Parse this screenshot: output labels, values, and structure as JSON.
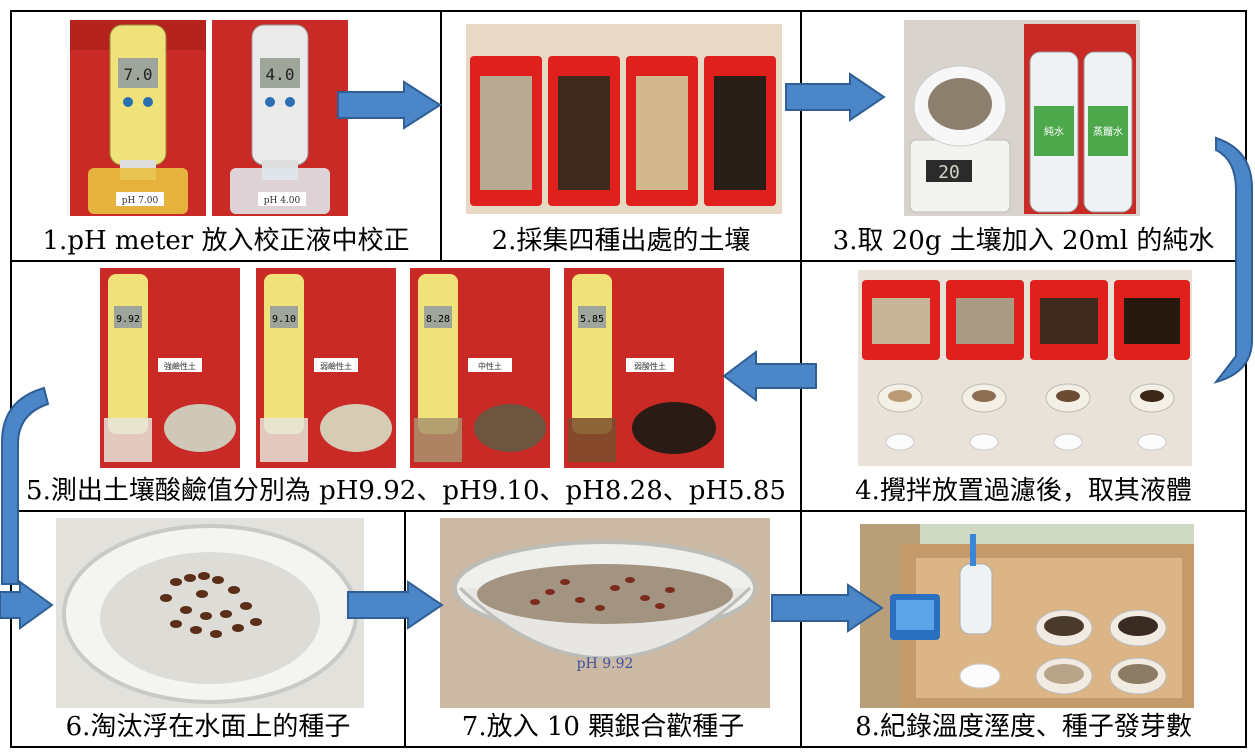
{
  "steps": [
    {
      "caption": "1.pH meter 放入校正液中校正",
      "meter_reading_a": "7.0",
      "meter_reading_b": "4.0",
      "label_a": "pH 7.00",
      "label_b": "pH 4.00"
    },
    {
      "caption": "2.採集四種出處的土壤"
    },
    {
      "caption": "3.取 20g 土壤加入 20ml 的純水",
      "scale_reading": "20",
      "bottle_a": "純水",
      "bottle_b": "蒸餾水"
    },
    {
      "caption": "4.攪拌放置過濾後，取其液體"
    },
    {
      "caption": "5.測出土壤酸鹼值分別為 pH9.92、pH9.10、pH8.28、pH5.85",
      "readings": [
        "9.92",
        "9.10",
        "8.28",
        "5.85"
      ],
      "cup_labels": [
        "強鹼性土",
        "弱鹼性土",
        "中性土",
        "弱酸性土"
      ]
    },
    {
      "caption": "6.淘汰浮在水面上的種子"
    },
    {
      "caption": "7.放入 10 顆銀合歡種子",
      "bowl_label": "pH 9.92"
    },
    {
      "caption": "8.紀錄溫度溼度、種子發芽數"
    }
  ],
  "colors": {
    "arrow": "#4a86c8",
    "tray": "#e0201c",
    "meter": "#f2e27a",
    "background": "#c92a25"
  }
}
